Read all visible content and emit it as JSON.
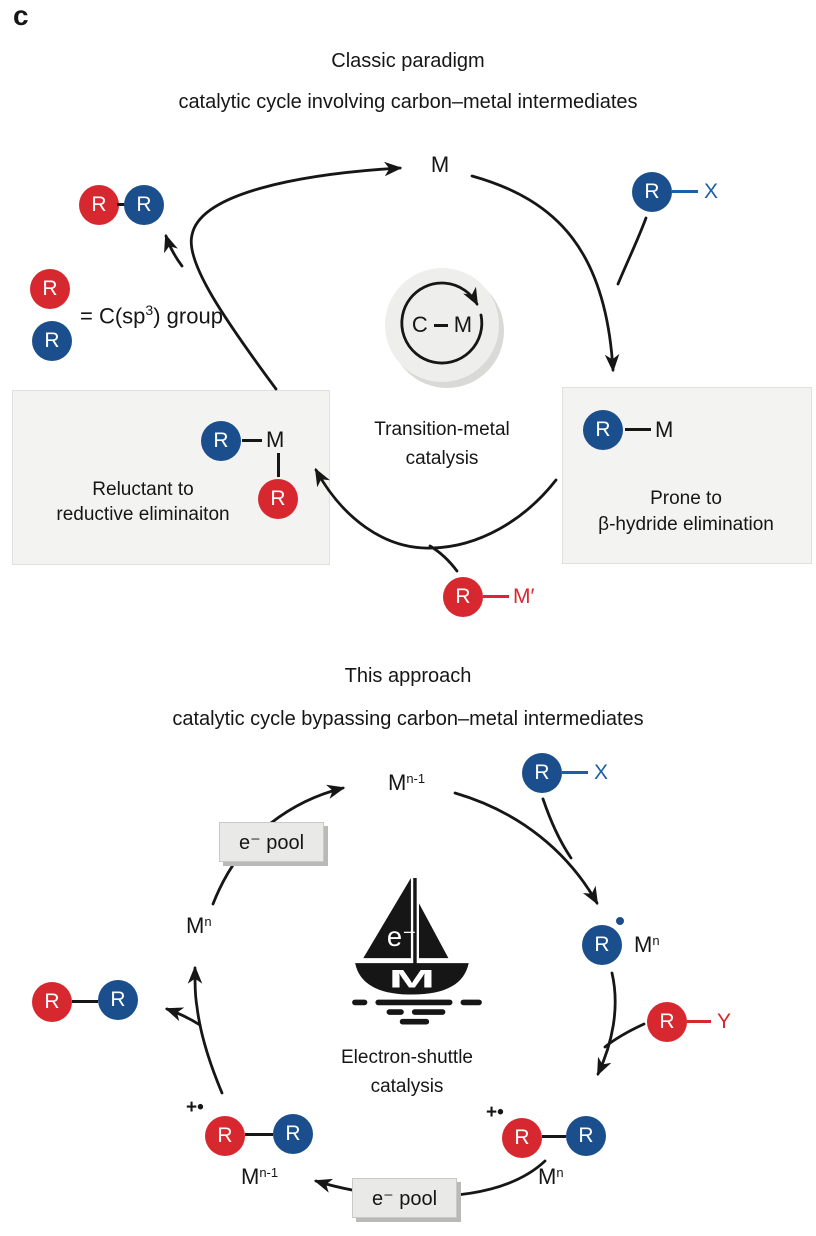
{
  "panel_label": "c",
  "colors": {
    "red": "#d7282f",
    "blue": "#1a4e8c",
    "blue_accent": "#1b5fa8",
    "box_bg": "#f3f3f1",
    "box_border": "#e0e0de",
    "pool_bg": "#e9e9e7",
    "pool_border": "#c9c9c7",
    "pool_shadow": "#b9b9b7",
    "badge_bg": "#eeeeec",
    "badge_shadow": "#d9d9d7",
    "ink": "#161616"
  },
  "classic": {
    "title": "Classic paradigm",
    "subtitle": "catalytic cycle involving carbon–metal intermediates",
    "metal": "M",
    "substrate": {
      "r": "R",
      "x": "X"
    },
    "product": {
      "r_red": "R",
      "r_blue": "R"
    },
    "legend": {
      "r_red": "R",
      "r_blue": "R",
      "eq_prefix": "= C(sp",
      "eq_sup": "3",
      "eq_suffix": ") group"
    },
    "left_box": {
      "r_blue": "R",
      "m": "M",
      "r_red": "R",
      "line1": "Reluctant to",
      "line2": "reductive eliminaiton"
    },
    "right_box": {
      "r_blue": "R",
      "m": "M",
      "line1": "Prone to",
      "line2": "β-hydride elimination"
    },
    "badge": {
      "c": "C",
      "m": "M",
      "line1": "Transition-metal",
      "line2": "catalysis"
    },
    "reagent": {
      "r": "R",
      "m": "M′"
    }
  },
  "shuttle": {
    "title": "This approach",
    "subtitle": "catalytic cycle bypassing carbon–metal intermediates",
    "m_top": {
      "base": "M",
      "sup": "n-1"
    },
    "m_left": {
      "base": "M",
      "sup": "n"
    },
    "substrate": {
      "r": "R",
      "x": "X"
    },
    "radical": {
      "r": "R",
      "m_base": "M",
      "m_sup": "n"
    },
    "reagent": {
      "r": "R",
      "y": "Y"
    },
    "product": {
      "r_red": "R",
      "r_blue": "R"
    },
    "cation_right": {
      "charge": "+•",
      "r_red": "R",
      "r_blue": "R",
      "m_base": "M",
      "m_sup": "n"
    },
    "cation_left": {
      "charge": "+•",
      "r_red": "R",
      "r_blue": "R",
      "m_base": "M",
      "m_sup": "n-1"
    },
    "pool_top": "e⁻ pool",
    "pool_bottom": "e⁻ pool",
    "boat": {
      "e": "e⁻",
      "m": "M"
    },
    "caption_line1": "Electron-shuttle",
    "caption_line2": "catalysis"
  }
}
